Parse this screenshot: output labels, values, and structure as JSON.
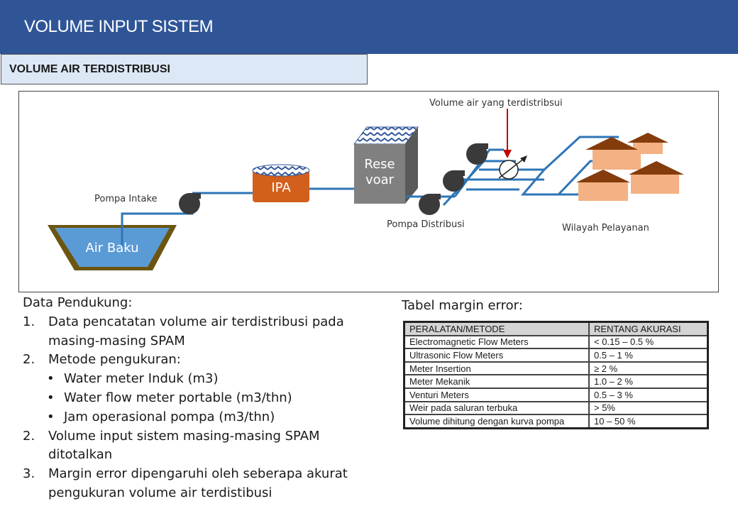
{
  "header": {
    "title": "VOLUME INPUT SISTEM"
  },
  "subtitle": "VOLUME AIR TERDISTRIBUSI",
  "diagram": {
    "air_baku": "Air Baku",
    "pompa_intake": "Pompa Intake",
    "ipa": "IPA",
    "reservoar_line1": "Rese",
    "reservoar_line2": "voar",
    "pompa_distribusi": "Pompa Distribusi",
    "volume_label": "Volume air yang terdistribsui",
    "wilayah": "Wilayah Pelayanan"
  },
  "support": {
    "heading": "Data Pendukung:",
    "items": [
      {
        "num": "1.",
        "text": "Data pencatatan volume air terdistribusi pada masing-masing SPAM"
      },
      {
        "num": "2.",
        "text": "Metode pengukuran:"
      },
      {
        "num": "2.",
        "text": "Volume input sistem masing-masing SPAM ditotalkan"
      },
      {
        "num": "3.",
        "text": "Margin error dipengaruhi oleh seberapa akurat pengukuran volume air terdistibusi"
      }
    ],
    "bullets": [
      "Water meter Induk (m3)",
      "Water flow meter portable (m3/thn)",
      "Jam operasional pompa (m3/thn)"
    ]
  },
  "table": {
    "title": "Tabel margin error:",
    "headers": [
      "PERALATAN/METODE",
      "RENTANG AKURASI"
    ],
    "rows": [
      [
        "Electromagnetic Flow Meters",
        "< 0.15 – 0.5 %"
      ],
      [
        "Ultrasonic Flow Meters",
        "0.5 – 1 %"
      ],
      [
        "Meter Insertion",
        "≥ 2 %"
      ],
      [
        "Meter Mekanik",
        "1.0 – 2 %"
      ],
      [
        "Venturi Meters",
        "0.5 – 3 %"
      ],
      [
        "Weir pada saluran terbuka",
        "> 5%"
      ],
      [
        "Volume dihitung dengan kurva pompa",
        "10 – 50 %"
      ]
    ]
  },
  "colors": {
    "header": "#2f5597",
    "subtitle_bg": "#dde8f6",
    "pipe": "#2e75b6",
    "ipa": "#d35f1c",
    "reservoar": "#7f7f7f",
    "roof": "#843c0c",
    "wall": "#f4b183",
    "arrow": "#c00000"
  }
}
